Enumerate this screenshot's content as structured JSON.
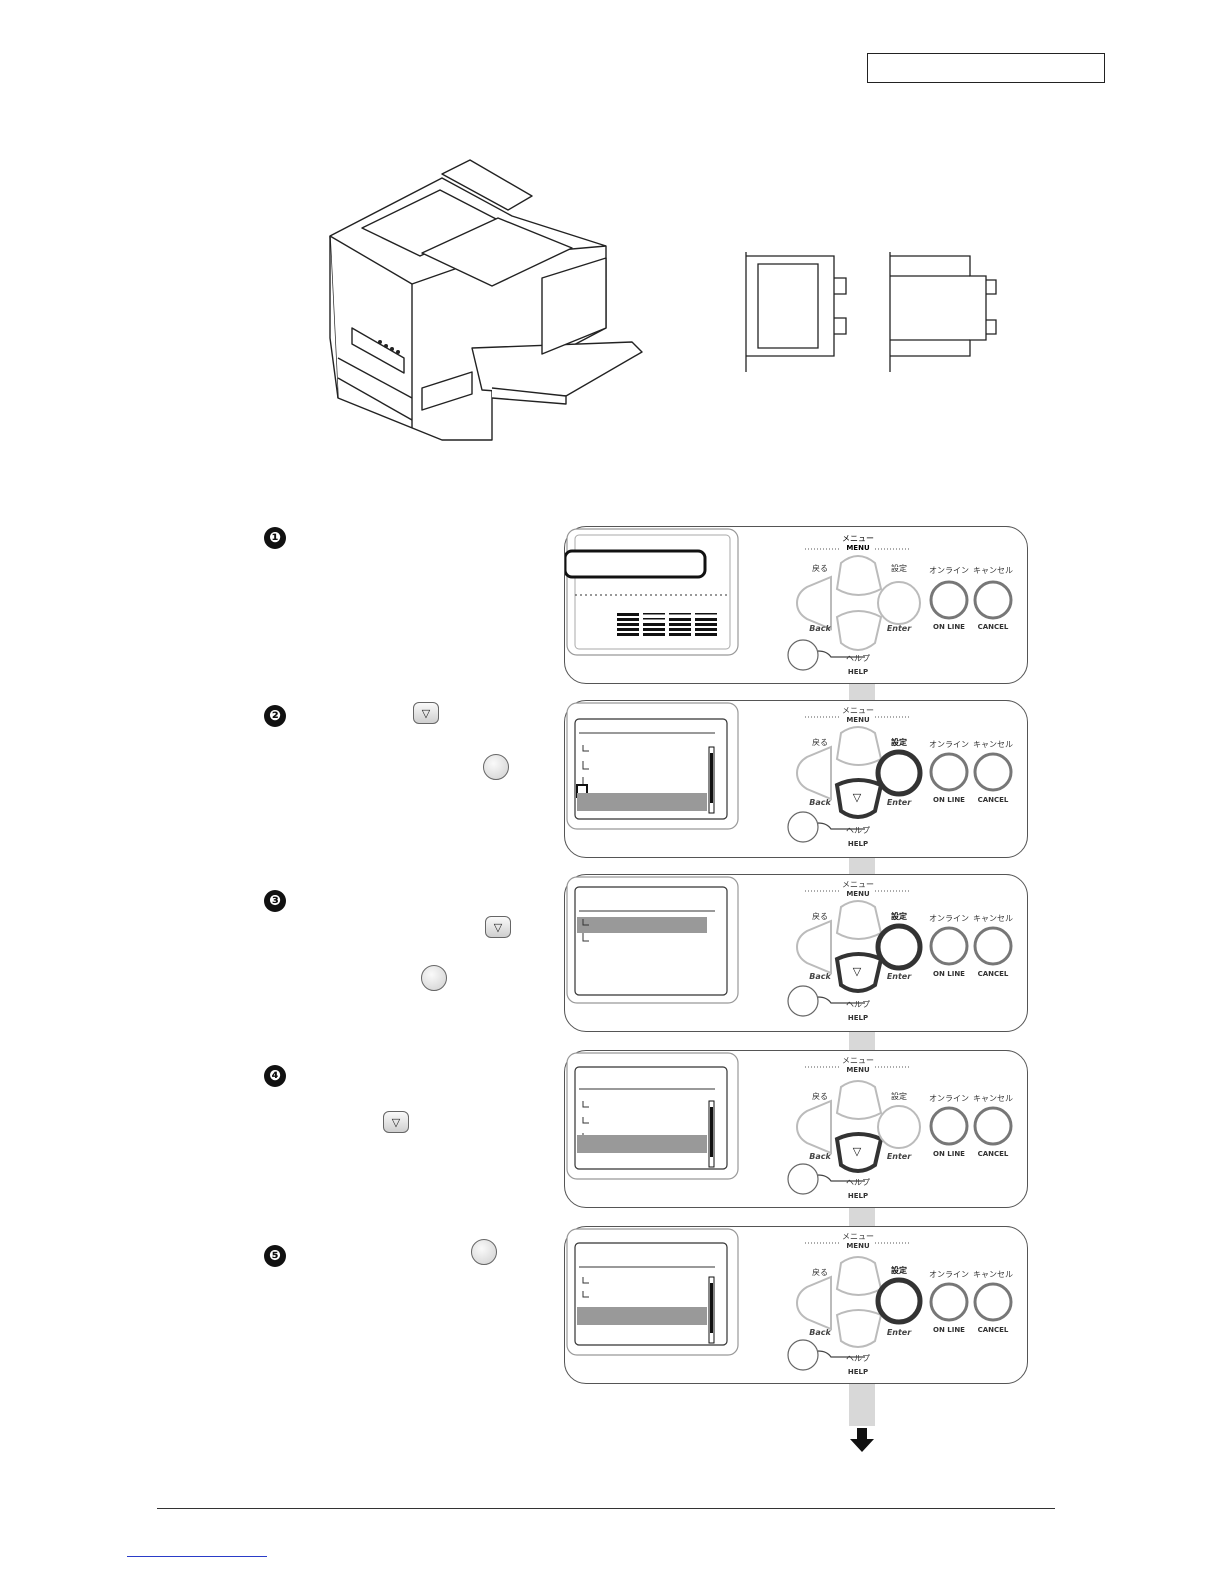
{
  "panel_labels": {
    "menu_ja": "メニュー",
    "menu_en": "MENU",
    "back_ja": "戻る",
    "back_en": "Back",
    "enter_ja": "設定",
    "enter_en": "Enter",
    "online_ja": "オンライン",
    "online_en": "ON LINE",
    "cancel_ja": "キャンセル",
    "cancel_en": "CANCEL",
    "help_ja": "ヘルプ",
    "help_en": "HELP"
  },
  "steps": [
    {
      "number": "❶"
    },
    {
      "number": "❷"
    },
    {
      "number": "❸"
    },
    {
      "number": "❹"
    },
    {
      "number": "❺"
    }
  ],
  "down_key_glyph": "▽"
}
